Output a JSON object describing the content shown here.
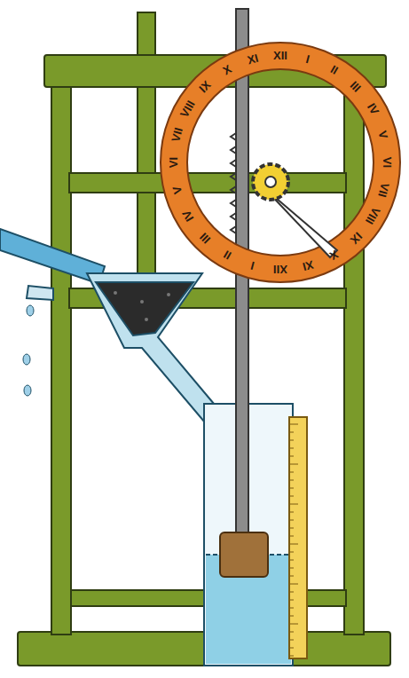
{
  "diagram": {
    "labels": [
      "XII",
      "I",
      "II",
      "III",
      "IV",
      "V",
      "VI",
      "VII",
      "VIII",
      "IX",
      "X",
      "XI",
      "XII",
      "I",
      "II",
      "III",
      "IV",
      "V",
      "VI",
      "VII",
      "VIII",
      "IX",
      "X",
      "XI"
    ]
  }
}
